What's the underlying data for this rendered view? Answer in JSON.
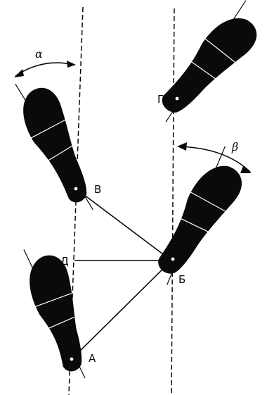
{
  "labels": {
    "A": "А",
    "B": "Б",
    "V": "В",
    "G": "Г",
    "D": "Д",
    "alpha": "α",
    "beta": "β"
  },
  "colors": {
    "ink": "#0a0a0a",
    "paper": "#ffffff"
  }
}
